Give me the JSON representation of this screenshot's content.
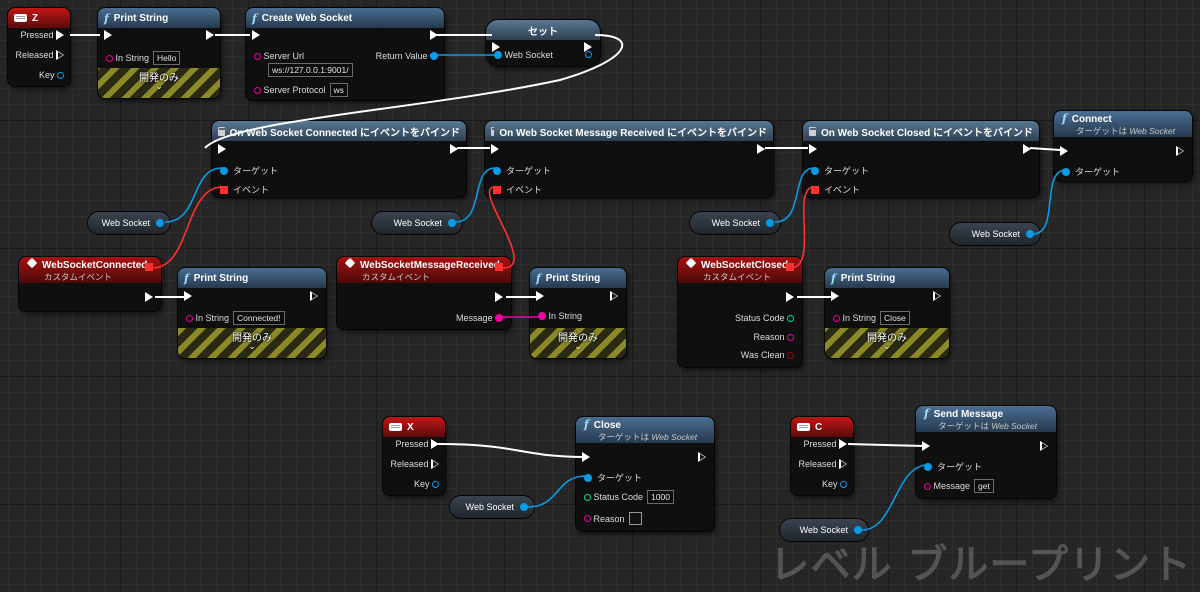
{
  "nodes": {
    "key_z": {
      "title": "Z",
      "pins": {
        "pressed": "Pressed",
        "released": "Released",
        "key": "Key"
      }
    },
    "print_hello": {
      "title": "Print String",
      "in_string_label": "In String",
      "in_string_value": "Hello",
      "dev_only": "開発のみ"
    },
    "create_ws": {
      "title": "Create Web Socket",
      "server_url_label": "Server Url",
      "server_url_value": "ws://127.0.0.1:9001/",
      "server_protocol_label": "Server Protocol",
      "server_protocol_value": "ws",
      "return_value_label": "Return Value"
    },
    "set_node": {
      "title": "セット",
      "var_label": "Web Socket"
    },
    "bind_connected": {
      "title": "On Web Socket Connected にイベントをバインド",
      "target": "ターゲット",
      "event": "イベント"
    },
    "bind_message": {
      "title": "On Web Socket Message Received にイベントをバインド",
      "target": "ターゲット",
      "event": "イベント"
    },
    "bind_closed": {
      "title": "On Web Socket Closed にイベントをバインド",
      "target": "ターゲット",
      "event": "イベント"
    },
    "connect": {
      "title": "Connect",
      "subtitle_prefix": "ターゲットは",
      "subtitle_target": "Web Socket",
      "target": "ターゲット"
    },
    "ev_connected": {
      "title": "WebSocketConnected",
      "subtitle": "カスタムイベント"
    },
    "print_connected": {
      "title": "Print String",
      "in_string_label": "In String",
      "in_string_value": "Connected!",
      "dev_only": "開発のみ"
    },
    "ev_message": {
      "title": "WebSocketMessageReceived",
      "subtitle": "カスタムイベント",
      "message": "Message"
    },
    "print_message": {
      "title": "Print String",
      "in_string_label": "In String",
      "dev_only": "開発のみ"
    },
    "ev_closed": {
      "title": "WebSocketClosed",
      "subtitle": "カスタムイベント",
      "status_code": "Status Code",
      "reason": "Reason",
      "was_clean": "Was Clean"
    },
    "print_close": {
      "title": "Print String",
      "in_string_label": "In String",
      "in_string_value": "Close",
      "dev_only": "開発のみ"
    },
    "key_x": {
      "title": "X",
      "pins": {
        "pressed": "Pressed",
        "released": "Released",
        "key": "Key"
      }
    },
    "close": {
      "title": "Close",
      "subtitle_prefix": "ターゲットは",
      "subtitle_target": "Web Socket",
      "target": "ターゲット",
      "status_code_label": "Status Code",
      "status_code_value": "1000",
      "reason_label": "Reason"
    },
    "key_c": {
      "title": "C",
      "pins": {
        "pressed": "Pressed",
        "released": "Released",
        "key": "Key"
      }
    },
    "send_message": {
      "title": "Send Message",
      "subtitle_prefix": "ターゲットは",
      "subtitle_target": "Web Socket",
      "target": "ターゲット",
      "message_label": "Message",
      "message_value": "get"
    }
  },
  "variables": {
    "ws1": "Web Socket",
    "ws2": "Web Socket",
    "ws3": "Web Socket",
    "ws4": "Web Socket",
    "ws5": "Web Socket",
    "ws6": "Web Socket"
  },
  "watermark": "レベル ブループリント",
  "colors": {
    "exec": "#ffffff",
    "object_pin": "#0a9be6",
    "string_pin": "#f000a0",
    "delegate_pin": "#ff3030",
    "int_pin": "#00d8a0",
    "bool_pin": "#a00000",
    "func_header": "#4a6e92",
    "event_header": "#c41414"
  },
  "icons": {
    "function": "function-icon",
    "key_event": "keyboard-icon",
    "bind": "bind-event-icon",
    "custom_event": "event-diamond-icon"
  }
}
